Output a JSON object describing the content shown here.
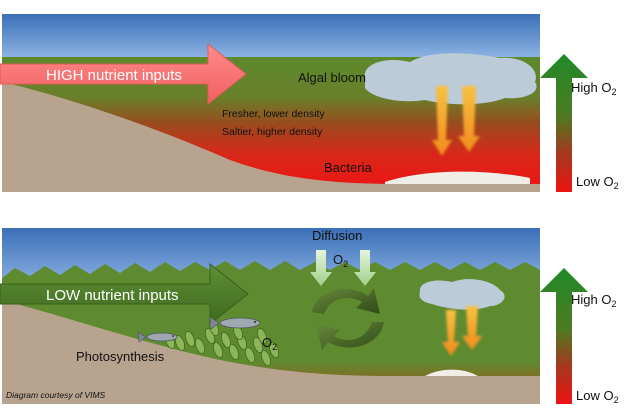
{
  "top_panel": {
    "input_label": "HIGH nutrient inputs",
    "bloom_label": "Algal bloom",
    "fresh_layer_label": "Fresher, lower density",
    "salt_layer_label": "Saltier, higher density",
    "bacteria_label": "Bacteria"
  },
  "bottom_panel": {
    "input_label": "LOW nutrient inputs",
    "diffusion_label": "Diffusion",
    "diffusion_o2": "O",
    "diffusion_o2_sub": "2",
    "photosynthesis_label": "Photosynthesis",
    "photo_o2": "O",
    "photo_o2_sub": "2",
    "credit": "Diagram courtesy of VIMS"
  },
  "legend_top": {
    "high": "High O",
    "high_sub": "2",
    "low": "Low O",
    "low_sub": "2"
  },
  "legend_bottom": {
    "high": "High O",
    "high_sub": "2",
    "low": "Low O",
    "low_sub": "2"
  },
  "colors": {
    "sky": "#5a8fd0",
    "water_green": "#5f8a2e",
    "hypoxic_red": "#e8141a",
    "sediment": "#b8a48e",
    "cloud": "#bccbd8",
    "flux_arrow": "#f5a020",
    "input_arrow_high": "#f06d6d",
    "input_arrow_low": "#4d7a2a"
  }
}
